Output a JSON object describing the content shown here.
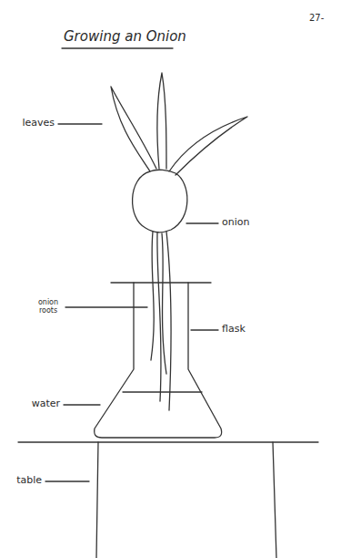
{
  "diagram": {
    "title": "Growing an Onion",
    "labels": [
      "27-",
      "leaves",
      "onion",
      "onion roots",
      "flask",
      "water",
      "table"
    ]
  }
}
